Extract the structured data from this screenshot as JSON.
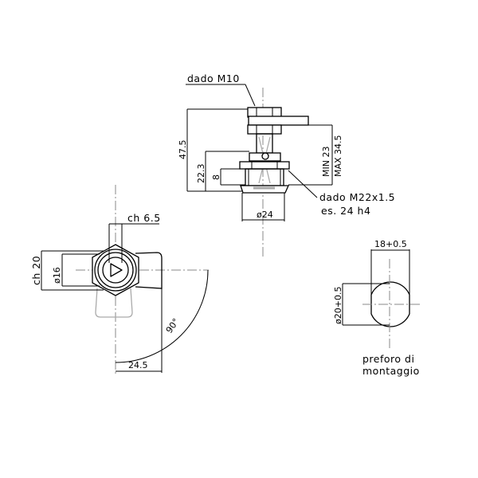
{
  "drawing": {
    "top_view": {
      "nut_m10_label": "dado M10",
      "nut_m22_label": "dado M22x1.5",
      "nut_m22_spec": "es. 24 h4",
      "dim_total_height": "47.5",
      "dim_body_height": "22.3",
      "dim_flange": "8",
      "dim_min": "MIN 23",
      "dim_max": "MAX 34.5",
      "dim_diameter": "ø24"
    },
    "front_view": {
      "dim_key": "ch 6.5",
      "dim_hex": "ch 20",
      "dim_diameter": "ø16",
      "dim_angle": "90°",
      "dim_cam_length": "24.5"
    },
    "cutout_view": {
      "dim_width": "18+0.5",
      "dim_diameter": "ø20+0.5",
      "label_line1": "preforo di",
      "label_line2": "montaggio"
    }
  }
}
